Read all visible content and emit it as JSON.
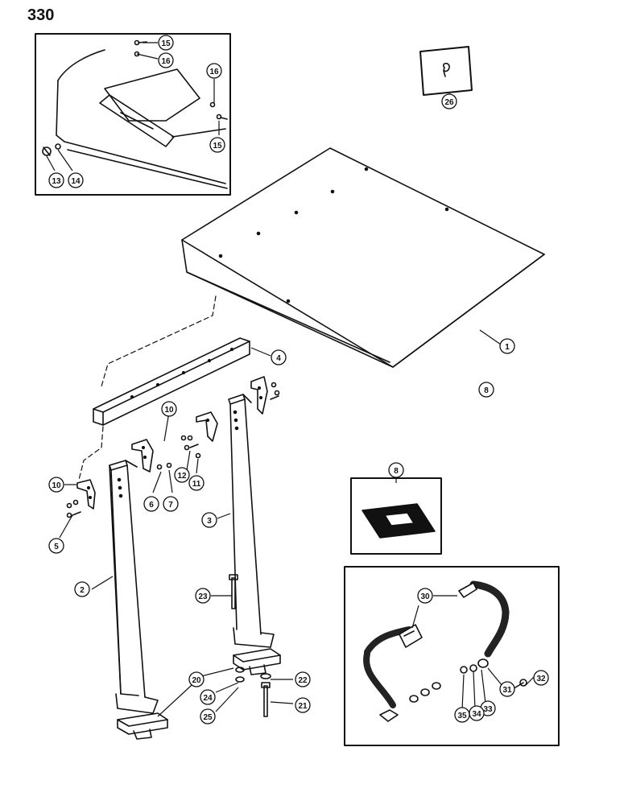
{
  "page_number": "330",
  "callouts": {
    "c1": "1",
    "c2": "2",
    "c3": "3",
    "c4": "4",
    "c5": "5",
    "c6": "6",
    "c7": "7",
    "c8a": "8",
    "c8b": "8",
    "c10a": "10",
    "c10b": "10",
    "c11": "11",
    "c12": "12",
    "c13": "13",
    "c14": "14",
    "c15a": "15",
    "c15b": "15",
    "c16a": "16",
    "c16b": "16",
    "c20": "20",
    "c21": "21",
    "c22": "22",
    "c23": "23",
    "c24": "24",
    "c25": "25",
    "c26": "26",
    "c30": "30",
    "c31": "31",
    "c32": "32",
    "c33": "33",
    "c34": "34",
    "c35": "35"
  },
  "colors": {
    "ink": "#111111",
    "paper": "#ffffff"
  }
}
